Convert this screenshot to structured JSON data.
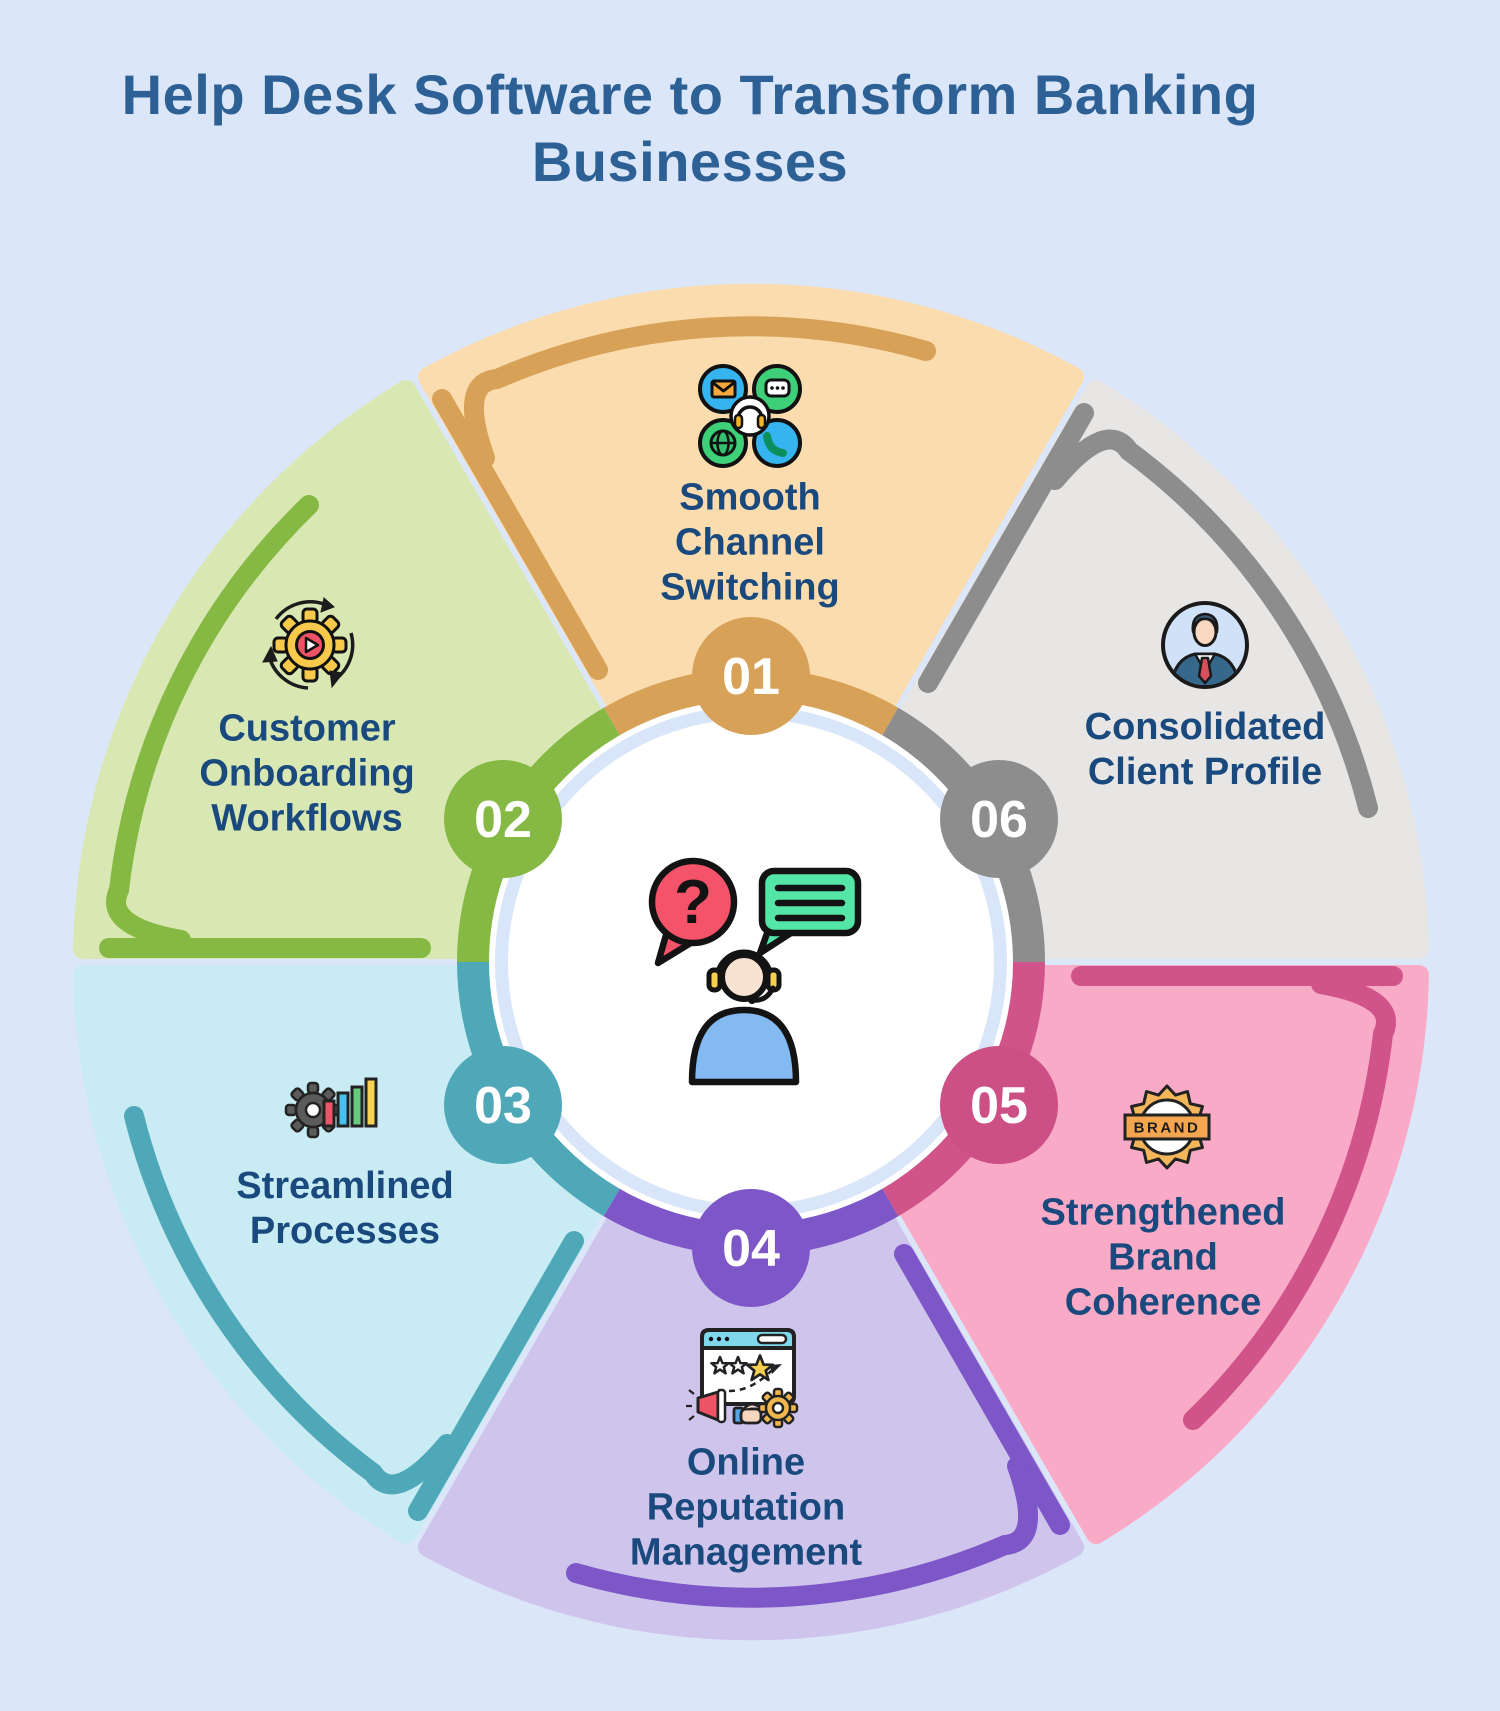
{
  "title": "Help Desk Software to Transform\nBanking Businesses",
  "center": {
    "icon": "support-agent-with-speech-bubbles-icon",
    "background": "#ffffff",
    "halo_ring": "#d9e6f9"
  },
  "segments": [
    {
      "id": "01",
      "label": "Smooth\nChannel\nSwitching",
      "icon": "communication-channels-icon",
      "fill": "#fbdcae",
      "accent": "#d7a258"
    },
    {
      "id": "02",
      "label": "Customer\nOnboarding\nWorkflows",
      "icon": "workflow-gear-play-icon",
      "fill": "#d9e8b2",
      "accent": "#85b944"
    },
    {
      "id": "03",
      "label": "Streamlined\nProcesses",
      "icon": "gear-bar-chart-icon",
      "fill": "#c9ecf4",
      "accent": "#4fa8b8"
    },
    {
      "id": "04",
      "label": "Online\nReputation\nManagement",
      "icon": "review-window-megaphone-icon",
      "fill": "#cfc5ec",
      "accent": "#7d57c8"
    },
    {
      "id": "05",
      "label": "Strengthened\nBrand\nCoherence",
      "icon": "brand-seal-icon",
      "fill": "#f9aac7",
      "accent": "#d0538a"
    },
    {
      "id": "06",
      "label": "Consolidated\nClient Profile",
      "icon": "businessman-avatar-icon",
      "fill": "#e7e6e4",
      "accent": "#8d8d8d"
    }
  ],
  "brand_badge_text": "BRAND",
  "colors": {
    "background": "#dbe7f9",
    "title_text": "#2d6094",
    "label_text": "#19497d",
    "badge_number_text": "#ffffff"
  }
}
